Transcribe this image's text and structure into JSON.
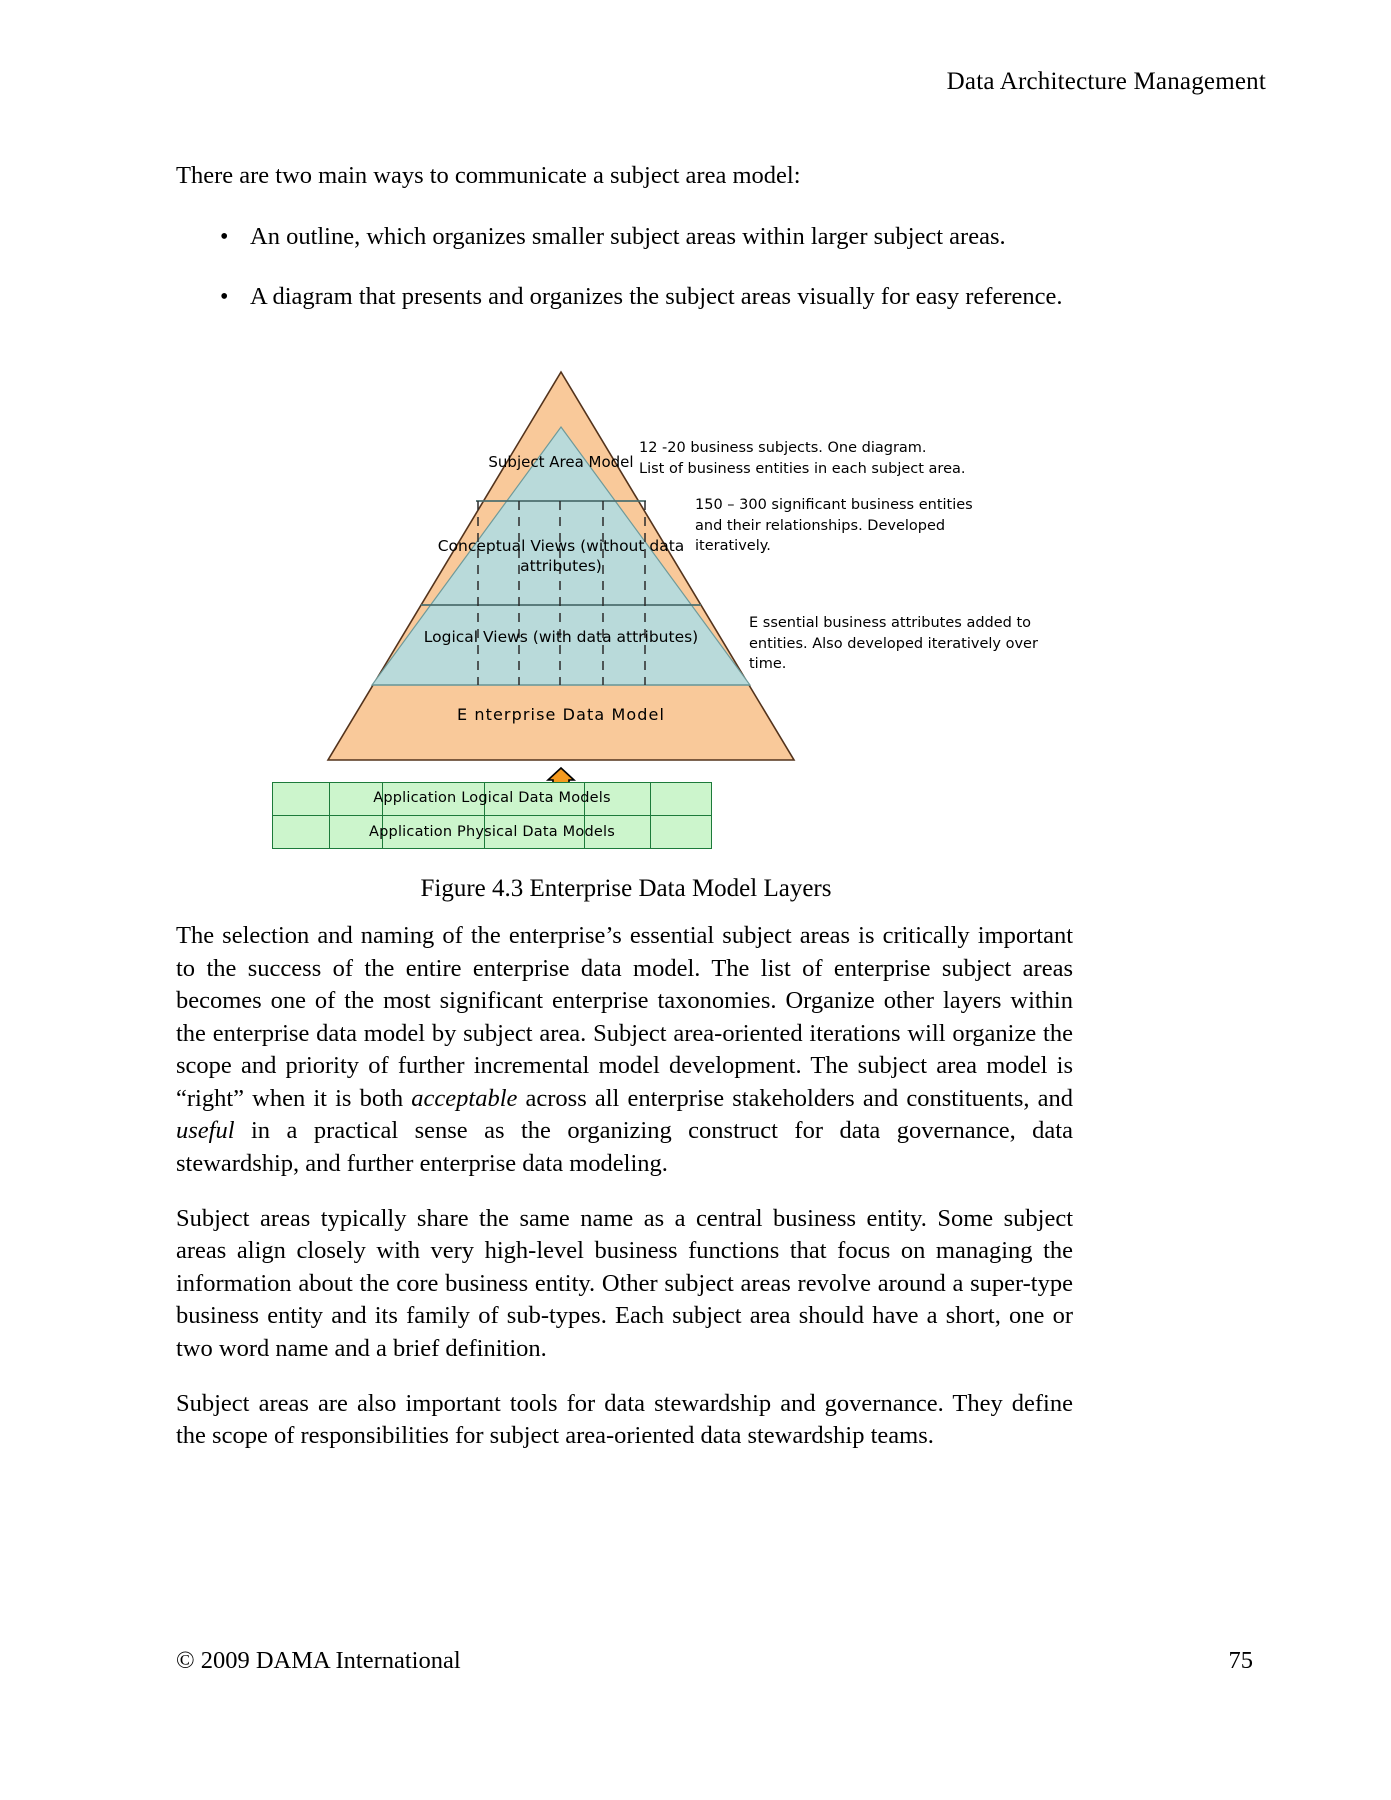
{
  "header": {
    "running_head": "Data Architecture Management"
  },
  "body": {
    "lead": "There are two main ways to communicate a subject area model:",
    "bullets": [
      "An outline, which organizes smaller subject areas within larger subject areas.",
      "A diagram that presents and organizes the subject areas visually for easy reference."
    ],
    "paragraphs": [
      "The selection and naming of the enterprise’s essential subject areas is critically important to the success of the entire enterprise data model. The list of enterprise subject areas becomes one of the most significant enterprise taxonomies. Organize other layers within the enterprise data model by subject area. Subject area-oriented iterations will organize the scope and priority of further incremental model development. The subject area model is “right” when it is both acceptable across all enterprise stakeholders and constituents, and useful in a practical sense as the organizing construct for data governance, data stewardship, and further enterprise data modeling.",
      "Subject areas typically share the same name as a central business entity. Some subject areas align closely with very high-level business functions that focus on managing the information about the core business entity. Other subject areas revolve around a super-type business entity and its family of sub-types. Each subject area should have a short, one or two word name and a brief definition.",
      "Subject areas are also important tools for data stewardship and governance. They define the scope of responsibilities for subject area-oriented data stewardship teams."
    ],
    "italic_words": [
      "acceptable",
      "useful"
    ]
  },
  "figure": {
    "caption": "Figure 4.3 Enterprise Data Model Layers",
    "pyramid": {
      "layers": [
        {
          "id": "subject-area-model",
          "label": "Subject\nArea Model"
        },
        {
          "id": "conceptual-views",
          "label": "Conceptual Views\n(without data attributes)"
        },
        {
          "id": "logical-views",
          "label": "Logical Views (with data attributes)"
        },
        {
          "id": "enterprise-data-model",
          "label": "E nterprise  Data  Model"
        }
      ],
      "colors": {
        "outer_fill": "#f9c99a",
        "outer_stroke": "#53331c",
        "inner_fill": "#b9dada",
        "inner_stroke": "#4d6e6e",
        "divider": "#4d6e6e"
      }
    },
    "annotations": [
      {
        "id": "annotation-subject-area",
        "text": "12 -20 business subjects. One diagram.\nList of business entities in each subject area."
      },
      {
        "id": "annotation-conceptual",
        "text": "150 – 300 significant  business entities\nand their relationships. Developed\niteratively."
      },
      {
        "id": "annotation-logical",
        "text": "E ssential business attributes added to\nentities. Also developed iteratively over\ntime."
      }
    ],
    "connector": {
      "id": "double-arrow",
      "color": "#f59a1e",
      "stroke": "#000000"
    },
    "application_table": {
      "rows": [
        {
          "id": "application-logical-data-models",
          "label": "Application Logical Data Models",
          "cells": [
            "",
            "",
            "",
            "",
            "",
            ""
          ]
        },
        {
          "id": "application-physical-data-models",
          "label": "Application Physical Data Models",
          "cells": [
            "",
            "",
            "",
            "",
            "",
            ""
          ]
        }
      ],
      "colors": {
        "fill": "#ccf5cc",
        "stroke": "#1c7a3a"
      }
    }
  },
  "footer": {
    "copyright": "© 2009 DAMA International",
    "page_number": "75"
  }
}
